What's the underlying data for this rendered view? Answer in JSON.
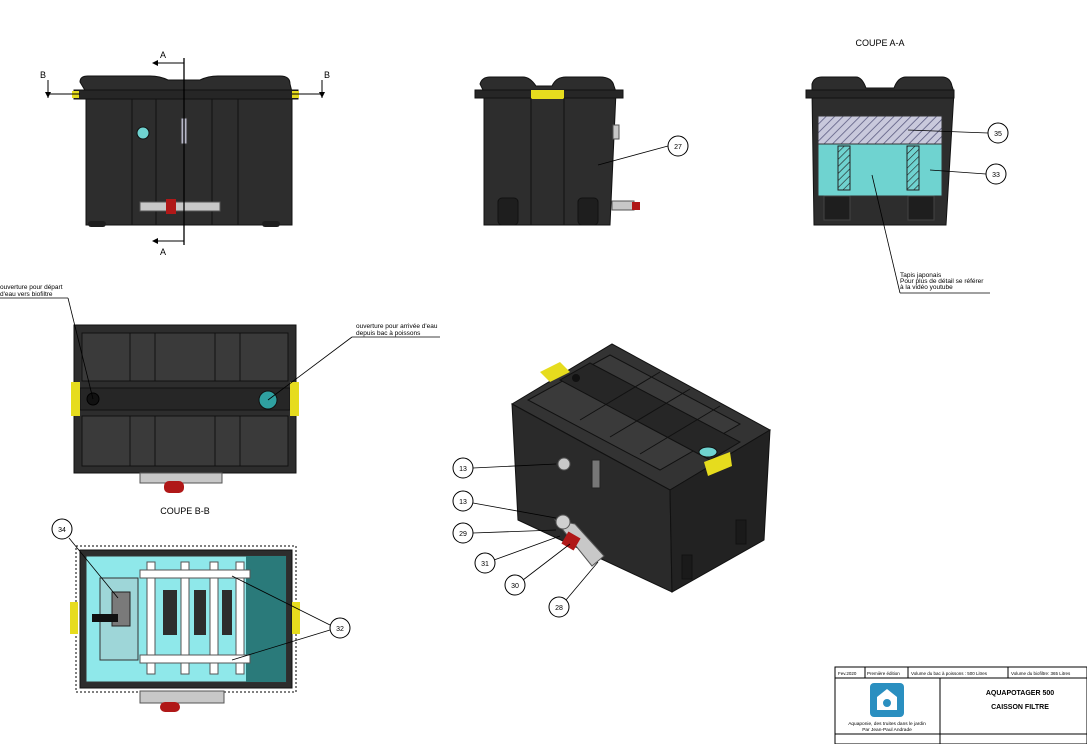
{
  "views": {
    "section_aa_title": "COUPE A-A",
    "section_bb_title": "COUPE B-B",
    "section_mark_a": "A",
    "section_mark_b": "B"
  },
  "notes": {
    "outlet_line1": "ouverture pour départ",
    "outlet_line2": "d'eau vers biofiltre",
    "inlet_line1": "ouverture pour arrivée d'eau",
    "inlet_line2": "depuis bac à poissons",
    "mat_line1": "Tapis japonais",
    "mat_line2": "Pour plus de détail se référer",
    "mat_line3": "à la vidéo youtube"
  },
  "balloons": {
    "b27": "27",
    "b35": "35",
    "b33": "33",
    "b13a": "13",
    "b13b": "13",
    "b29": "29",
    "b31": "31",
    "b30": "30",
    "b28": "28",
    "b34": "34",
    "b32": "32"
  },
  "title_block": {
    "date": "Fev.2020",
    "edition": "Première édition",
    "fish_tank_volume": "Volume du bac à poissons : 500 Litres",
    "biofilter_volume": "Volume du biofiltre: 365 Litres",
    "project": "AQUAPOTAGER 500",
    "part": "CAISSON FILTRE",
    "org_line1": "Aquaponie, des truites dans le jardin",
    "org_line2": "Par Jean-Paul Andrade"
  },
  "colors": {
    "body": "#2d2d2d",
    "body_edge": "#111111",
    "latch": "#e6dc1e",
    "water": "#6fd3d0",
    "pipe": "#c8c8c8",
    "valve": "#b01818",
    "hatch": "#8a8aa8"
  }
}
